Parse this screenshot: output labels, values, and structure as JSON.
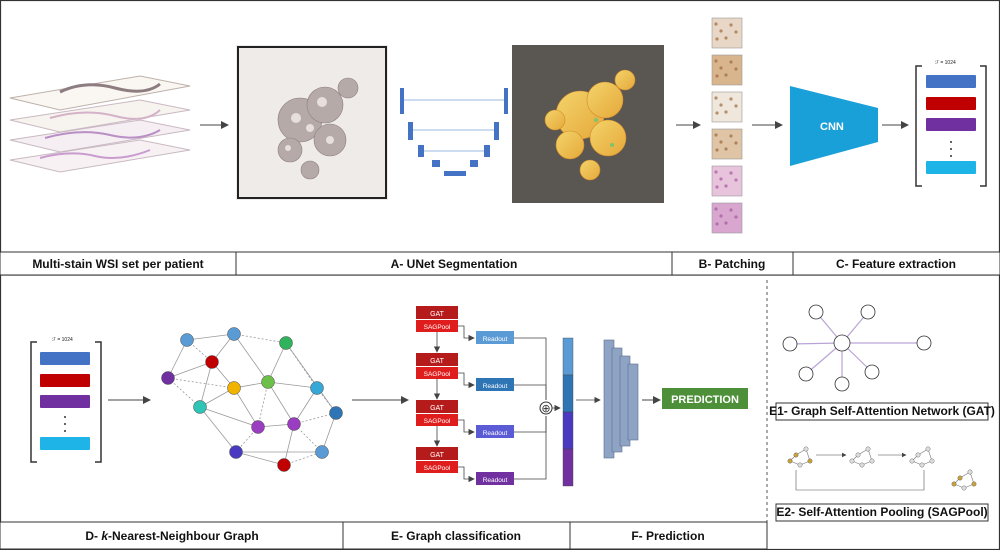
{
  "captions": {
    "multistain": "Multi-stain WSI set per patient",
    "unet": "A- UNet Segmentation",
    "patching": "B- Patching",
    "feature": "C- Feature extraction",
    "knn_k": "k",
    "knn_rest": "-Nearest-Neighbour Graph",
    "knn_prefix": "D- ",
    "graph_class": "E- Graph classification",
    "prediction": "F- Prediction",
    "e1": "E1- Graph Self-Attention Network (GAT)",
    "e2": "E2- Self-Attention Pooling (SAGPool)"
  },
  "blocks": {
    "cnn": "CNN",
    "gat": "GAT",
    "sagpool": "SAGPool",
    "readout": "Readout",
    "prediction": "PREDICTION",
    "oplus": "⊕",
    "feat_dim_top": "ℱ = 1024",
    "feat_dim_left": "ℱ = 1024"
  },
  "colors": {
    "red": "#c00000",
    "blue": "#4472c4",
    "purple": "#7030a0",
    "cyan": "#1fb4e8",
    "cnn": "#1aa0d8",
    "prediction": "#4e8f3a",
    "gat_red": "#b51b1b",
    "readout1": "#5b9bd5",
    "readout2": "#2e75b6",
    "readout3": "#5b5bd6",
    "readout4": "#7030a0"
  }
}
